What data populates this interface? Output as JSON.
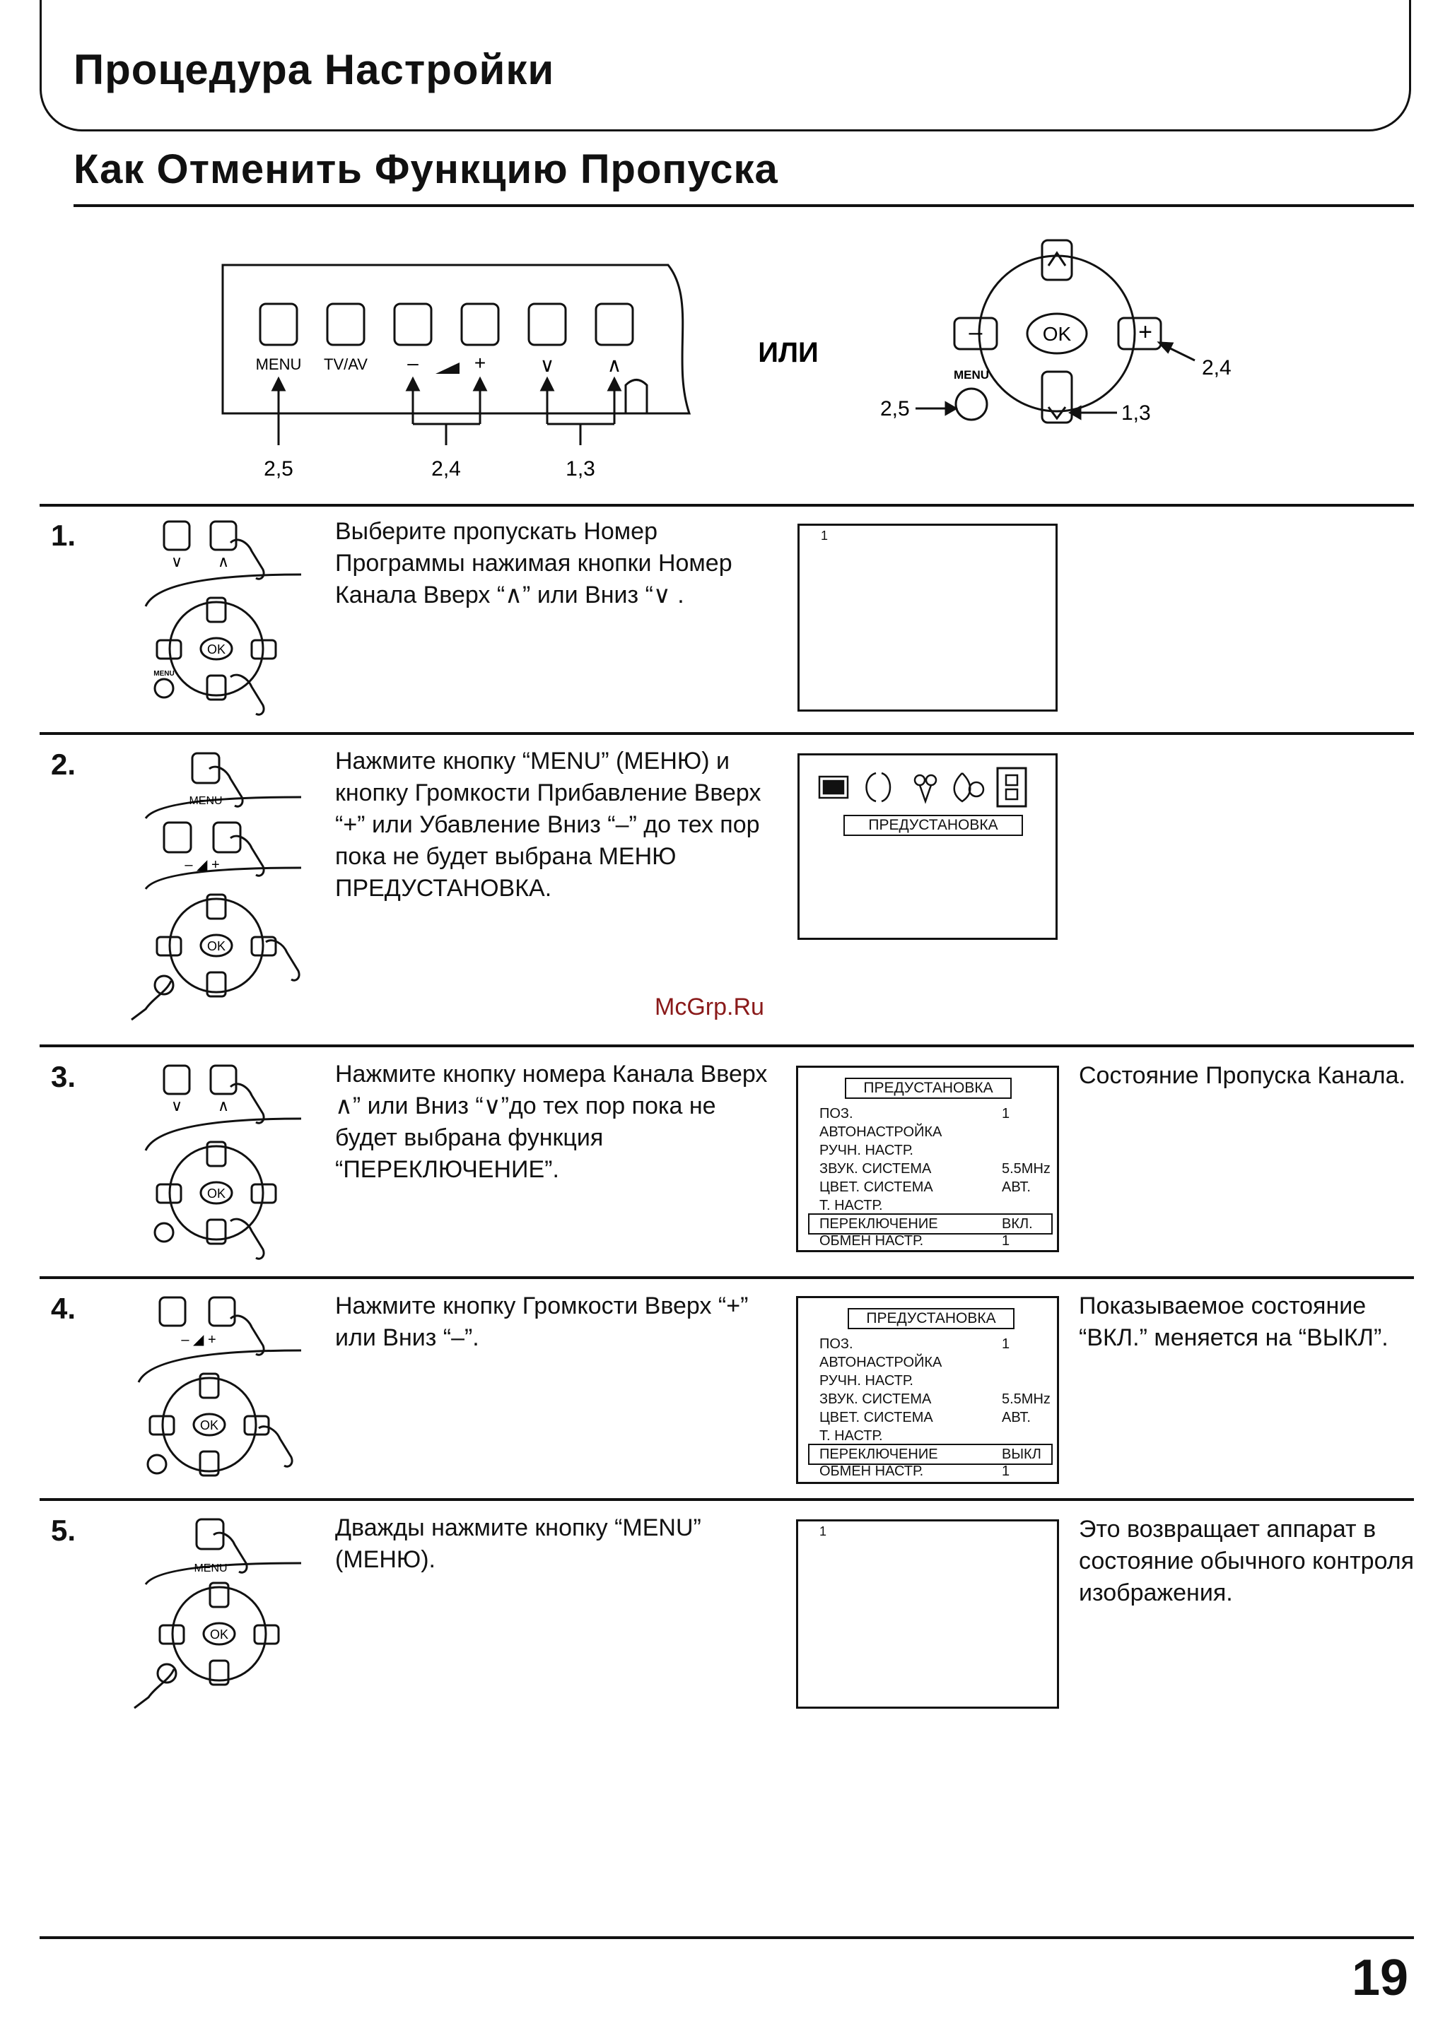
{
  "header": {
    "title": "Процедура Настройки",
    "subtitle": "Как Отменить Функцию Пропуска"
  },
  "diagram": {
    "panel_labels": [
      "MENU",
      "TV/AV",
      "–",
      "+",
      "∨",
      "∧"
    ],
    "callouts": [
      "2,5",
      "2,4",
      "1,3"
    ],
    "or_label": "ИЛИ",
    "remote": {
      "ok": "OK",
      "menu": "MENU",
      "minus": "–",
      "plus": "+",
      "c_plus": "2,4",
      "c_menu": "2,5",
      "c_down": "1,3"
    }
  },
  "icons": {
    "ok": "OK",
    "menu": "MENU",
    "vol": "– ◢ +"
  },
  "steps": [
    {
      "no": "1.",
      "text": "Выберите пропускать Номер Программы нажимая кнопки Номер Канала Вверх “∧” или Вниз “∨ .",
      "note": "",
      "screen_num": "1"
    },
    {
      "no": "2.",
      "text": "Нажмите кнопку “MENU” (МЕНЮ) и кнопку Громкости Прибавление Вверх “+” или Убавление Вниз “–” до тех пор пока не будет выбрана МЕНЮ ПРЕДУСТАНОВКА.",
      "note": "",
      "menu_label": "ПРЕДУСТАНОВКА"
    },
    {
      "no": "3.",
      "text": "Нажмите кнопку номера Канала Вверх ∧” или Вниз “∨”до тех пор пока не будет выбрана функция “ПЕРЕКЛЮЧЕНИЕ”.",
      "note": "Состояние Пропуска Канала."
    },
    {
      "no": "4.",
      "text": "Нажмите кнопку Громкости Вверх “+” или Вниз “–”.",
      "note": "Показываемое состояние “ВКЛ.” меняется на “ВЫКЛ”."
    },
    {
      "no": "5.",
      "text": "Дважды нажмите кнопку “MENU” (МЕНЮ).",
      "note": "Это возвращает аппарат в состояние обычного контроля изображения.",
      "screen_num": "1"
    }
  ],
  "menu3": {
    "title": "ПРЕДУСТАНОВКА",
    "rows": [
      {
        "label": "ПОЗ.",
        "value": "1"
      },
      {
        "label": "АВТОНАСТРОЙКА",
        "value": ""
      },
      {
        "label": "РУЧН. НАСТР.",
        "value": ""
      },
      {
        "label": "ЗВУК. СИСТЕМА",
        "value": "5.5MHz"
      },
      {
        "label": "ЦВЕТ. СИСТЕМА",
        "value": "АВТ."
      },
      {
        "label": "Т. НАСТР.",
        "value": ""
      },
      {
        "label": "ПЕРЕКЛЮЧЕНИЕ",
        "value": "ВКЛ."
      },
      {
        "label": "ОБМЕН НАСТР.",
        "value": "1"
      }
    ]
  },
  "menu4": {
    "title": "ПРЕДУСТАНОВКА",
    "rows": [
      {
        "label": "ПОЗ.",
        "value": "1"
      },
      {
        "label": "АВТОНАСТРОЙКА",
        "value": ""
      },
      {
        "label": "РУЧН. НАСТР.",
        "value": ""
      },
      {
        "label": "ЗВУК. СИСТЕМА",
        "value": "5.5MHz"
      },
      {
        "label": "ЦВЕТ. СИСТЕМА",
        "value": "АВТ."
      },
      {
        "label": "Т. НАСТР.",
        "value": ""
      },
      {
        "label": "ПЕРЕКЛЮЧЕНИЕ",
        "value": "ВЫКЛ"
      },
      {
        "label": "ОБМЕН НАСТР.",
        "value": "1"
      }
    ]
  },
  "watermark": "McGrp.Ru",
  "page_number": "19"
}
